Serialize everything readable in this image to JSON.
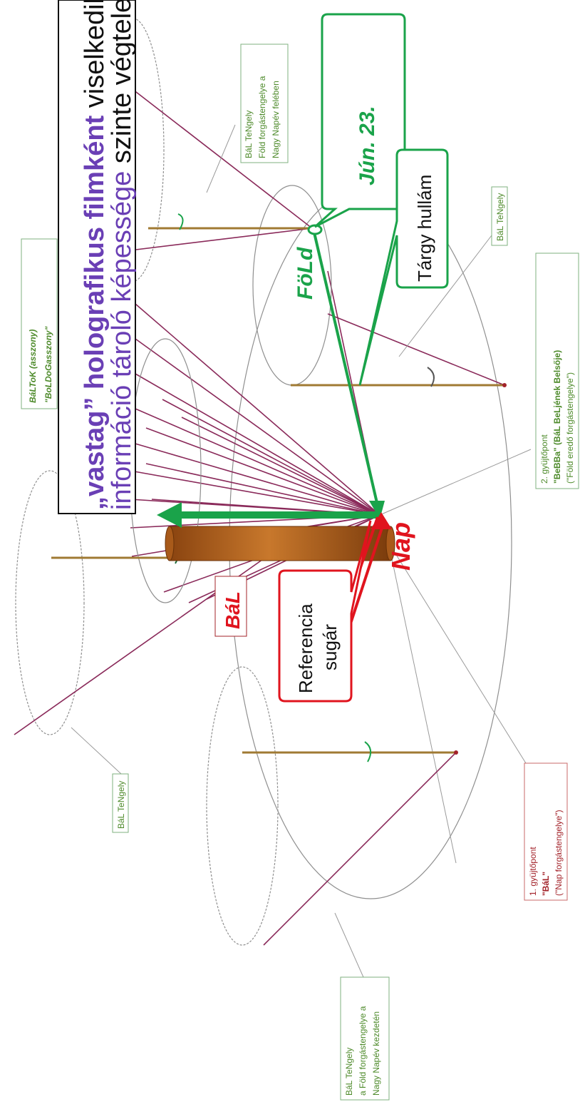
{
  "title": {
    "part1_quote": "„vastag”",
    "part1_bold": " holografikus filmként",
    "part1_rest": " viselkedik,",
    "part2_purple": "információ tároló képessége",
    "part2_rest": " szinte végtelen nagy"
  },
  "labels": {
    "foLd": "FöLd",
    "nap": "Nap",
    "bal": "BáL",
    "jun23": "Jún. 23.",
    "targy_hullam": "Tárgy hullám",
    "referencia_line1": "Referencia",
    "referencia_line2": "sugár",
    "baltok_line1": "BáLToK (asszony)",
    "baltok_line2": "\"BoLDoGasszony\"",
    "bal_tengely_top_line1": "BáL TeNgely",
    "bal_tengely_top_line2": "Föld forgástengelye a",
    "bal_tengely_top_line3": "Nagy Napév felében",
    "bal_tengely_right": "BáL TeNgely",
    "bal_tengely_left": "BáL TeNgely",
    "bal_tengely_bottom_line1": "BáL TeNgely",
    "bal_tengely_bottom_line2": "a Föld forgástengelye a",
    "bal_tengely_bottom_line3": "Nagy Napév kezdetén",
    "gyujto2_line1": "2. gyüjtőpont",
    "gyujto2_line2": "\"BeBBa\" (BáL BeLjének Belsője)",
    "gyujto2_line3": "(\"Föld eredő forgástengelye\")",
    "gyujto1_line1": "1. gyüjtőpont",
    "gyujto1_line2": "\"BáL\"",
    "gyujto1_line3": "(\"Nap forgástengelye\")"
  },
  "colors": {
    "green": "#1aa34a",
    "red": "#e0141e",
    "purple": "#6a3fb5",
    "brown": "#b0611e",
    "olive_text": "#4d8a2a",
    "dark_red_text": "#a3232a"
  }
}
